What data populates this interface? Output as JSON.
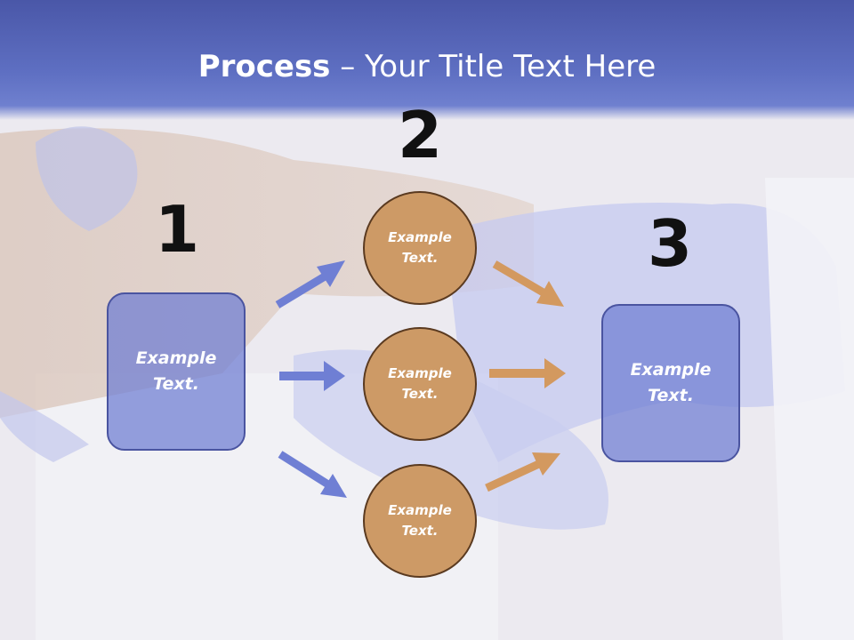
{
  "title": {
    "bold": "Process",
    "rest": " – Your Title Text Here"
  },
  "steps": [
    {
      "number": "1",
      "label": "Example\nText."
    },
    {
      "number": "2",
      "label": "Example\nText."
    },
    {
      "number": "3",
      "label": "Example\nText."
    }
  ],
  "circles": [
    {
      "label": "Example\nText."
    },
    {
      "label": "Example\nText."
    },
    {
      "label": "Example\nText."
    }
  ],
  "colors": {
    "header": "#5e6fc2",
    "box_fill": "#7c8ad6",
    "circle_fill": "#cd9a66",
    "arrow_blue": "#6f7fd4",
    "arrow_orange": "#d3995f"
  }
}
